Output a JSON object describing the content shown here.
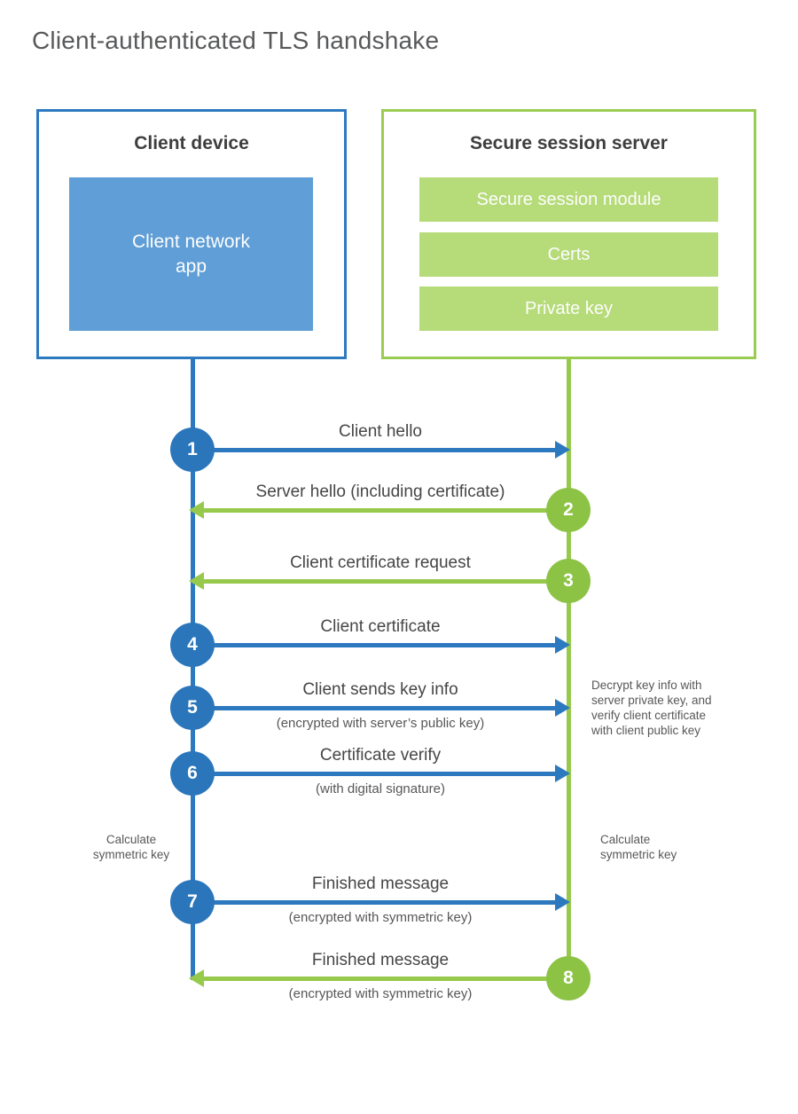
{
  "title": "Client-authenticated TLS handshake",
  "client_box": {
    "title": "Client device",
    "app_label": "Client network\napp"
  },
  "server_box": {
    "title": "Secure session server",
    "modules": [
      "Secure session module",
      "Certs",
      "Private key"
    ]
  },
  "messages": [
    {
      "num": "1",
      "label": "Client hello",
      "direction": "client-to-server"
    },
    {
      "num": "2",
      "label": "Server hello (including certificate)",
      "direction": "server-to-client"
    },
    {
      "num": "3",
      "label": "Client certificate request",
      "direction": "server-to-client"
    },
    {
      "num": "4",
      "label": "Client certificate",
      "direction": "client-to-server"
    },
    {
      "num": "5",
      "label": "Client sends key info",
      "sub": "(encrypted with server’s public key)",
      "direction": "client-to-server"
    },
    {
      "num": "6",
      "label": "Certificate verify",
      "sub": "(with digital signature)",
      "direction": "client-to-server"
    },
    {
      "num": "7",
      "label": "Finished message",
      "sub": "(encrypted with symmetric key)",
      "direction": "client-to-server"
    },
    {
      "num": "8",
      "label": "Finished message",
      "sub": "(encrypted with symmetric key)",
      "direction": "server-to-client"
    }
  ],
  "notes": {
    "decrypt_note": "Decrypt key info with\nserver private key, and\nverify client certificate\nwith client public key",
    "calculate_left": "Calculate\nsymmetric key",
    "calculate_right": "Calculate\nsymmetric key"
  },
  "colors": {
    "blue_accent": "#2d79c0",
    "blue_circle": "#2b76bb",
    "blue_fill": "#5f9ed6",
    "green_accent": "#97c94d",
    "green_circle": "#8cc345",
    "green_fill": "#b6db79",
    "title_text": "#58595b",
    "heading_text": "#3e3e40",
    "label_text": "#464646"
  }
}
